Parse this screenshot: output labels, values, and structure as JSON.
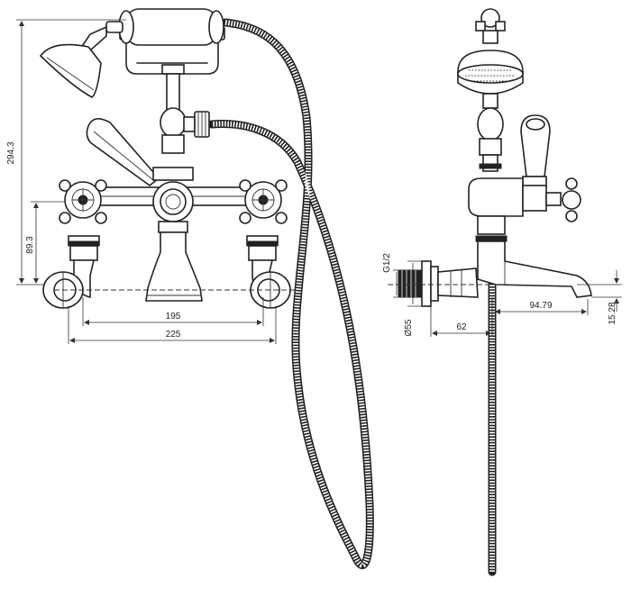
{
  "dimensions": {
    "height_overall": "294.3",
    "height_outlet": "89.3",
    "centres_min": "195",
    "centres_max": "225",
    "thread": "G1/2",
    "flange_diameter": "Ø55",
    "wall_offset": "62",
    "spout_reach": "94.79",
    "spout_drop": "15.28"
  },
  "colors": {
    "line": "#222222",
    "background": "#ffffff"
  }
}
